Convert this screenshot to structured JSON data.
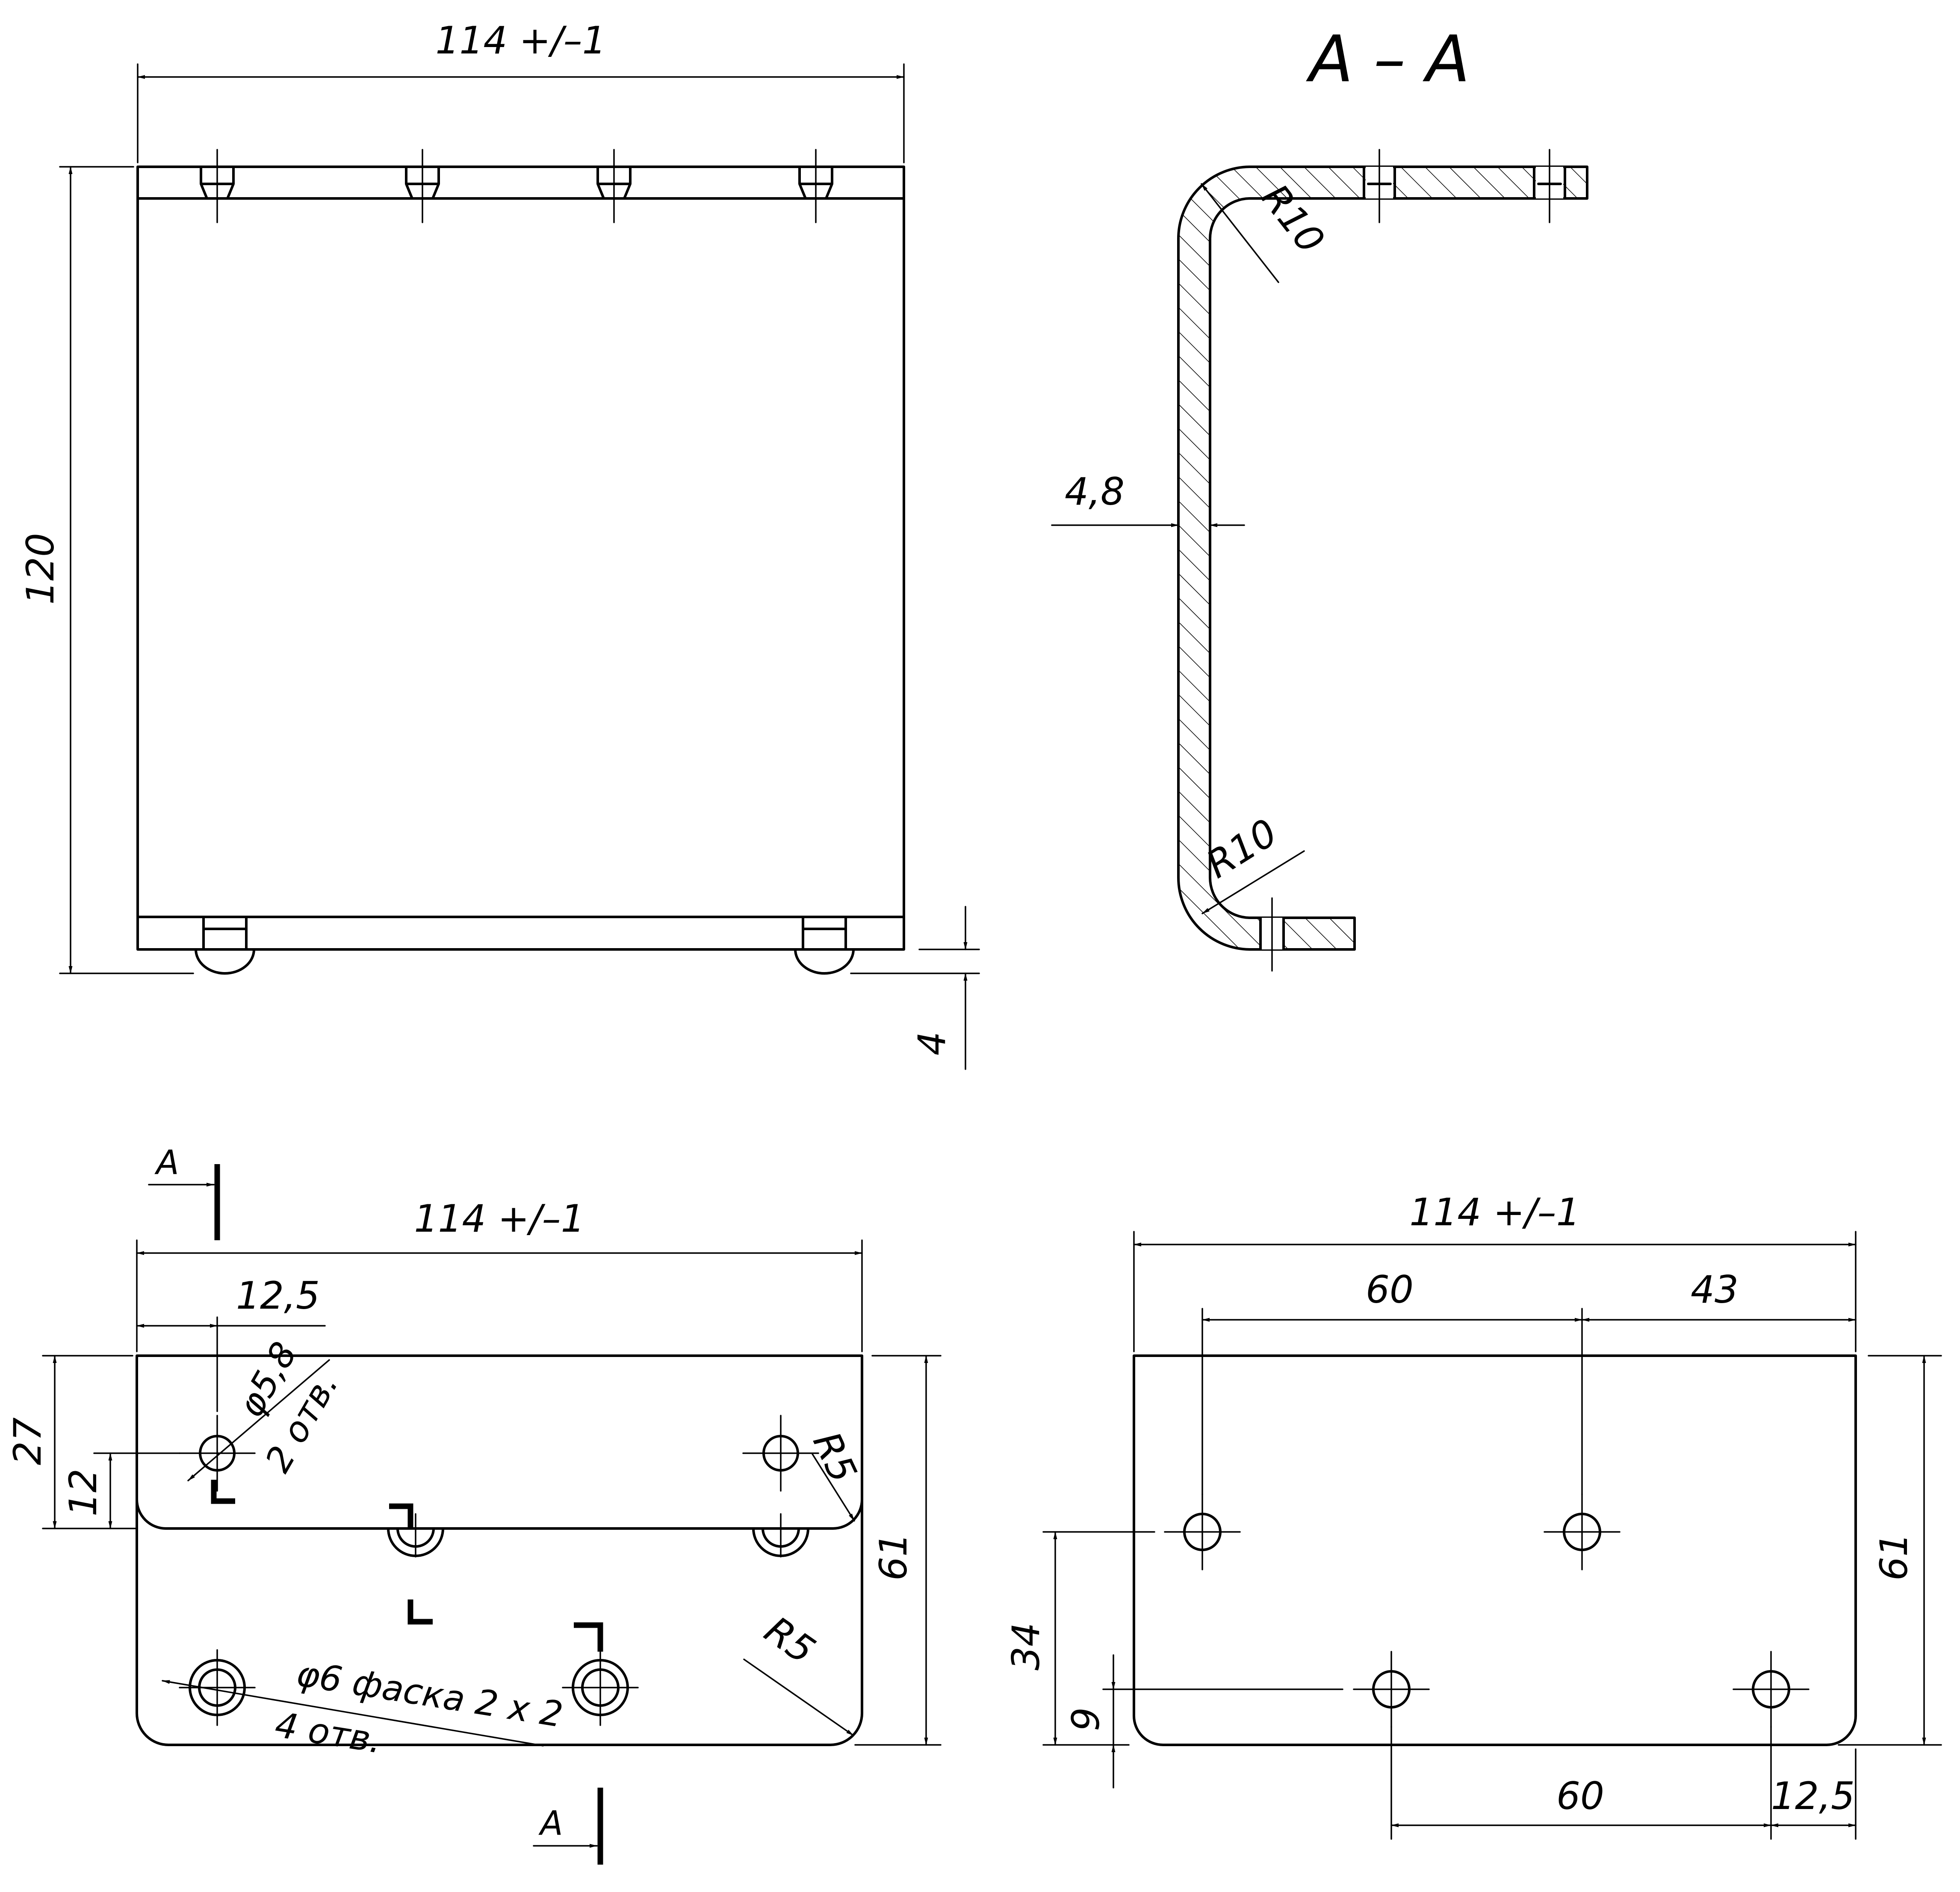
{
  "section_title": "A  –  A",
  "front_view": {
    "width_dim": "114 +/–1",
    "height_dim": "120",
    "protrusion_dim": "4"
  },
  "section_view": {
    "thickness_dim": "4,8",
    "radius_top": "R10",
    "radius_bottom": "R10"
  },
  "plan_view": {
    "width_dim": "114 +/–1",
    "hole_offset_dim": "12,5",
    "small_hole_note": "φ5,8",
    "small_hole_count": "2 отв.",
    "height_27": "27",
    "height_12": "12",
    "height_61": "61",
    "radius_upper": "R5",
    "radius_lower": "R5",
    "chamfer_hole_note": "φ6  фаска 2 x 2",
    "chamfer_hole_count": "4 отв.",
    "section_label_top": "A",
    "section_label_bottom": "A"
  },
  "side_view": {
    "width_dim": "114 +/–1",
    "spacing_60_top": "60",
    "spacing_43": "43",
    "height_61": "61",
    "height_34": "34",
    "height_9": "9",
    "spacing_60_bottom": "60",
    "spacing_12_5": "12,5"
  }
}
